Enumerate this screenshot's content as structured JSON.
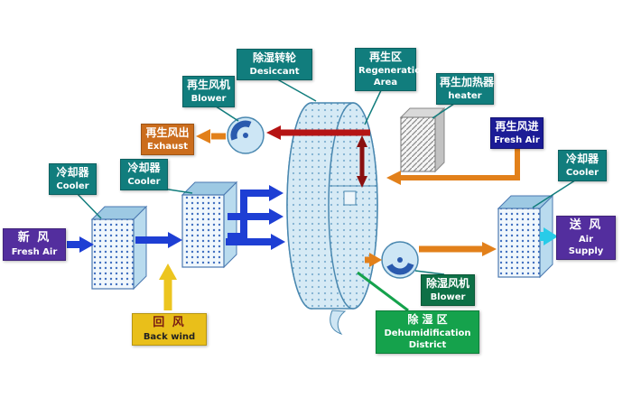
{
  "diagram": {
    "title_hint": "Desiccant wheel dehumidification system diagram",
    "labels": {
      "desiccant": {
        "zh": "除湿转轮",
        "en": "Desiccant"
      },
      "regen_area": {
        "zh": "再生区",
        "en": "Regeneration Area"
      },
      "regen_blower": {
        "zh": "再生风机",
        "en": "Blower"
      },
      "regen_heater": {
        "zh": "再生加热器",
        "en": "heater"
      },
      "exhaust": {
        "zh": "再生风出",
        "en": "Exhaust"
      },
      "regen_fresh_air": {
        "zh": "再生风进",
        "en": "Fresh Air"
      },
      "cooler_left_1": {
        "zh": "冷却器",
        "en": "Cooler"
      },
      "cooler_left_2": {
        "zh": "冷却器",
        "en": "Cooler"
      },
      "cooler_right": {
        "zh": "冷却器",
        "en": "Cooler"
      },
      "fresh_air": {
        "zh": "新  风",
        "en": "Fresh Air"
      },
      "back_wind": {
        "zh": "回  风",
        "en": "Back wind"
      },
      "dehum_blower": {
        "zh": "除湿风机",
        "en": "Blower"
      },
      "dehum_district": {
        "zh": "除 湿 区",
        "en": "Dehumidification District"
      },
      "air_supply": {
        "zh": "送 风",
        "en": "Air Supply"
      }
    },
    "colors": {
      "label_teal": "#117d7d",
      "label_orange": "#cb6d1d",
      "label_navy": "#1c1c96",
      "label_purple": "#532e9e",
      "label_yellow": "#e9bf1a",
      "label_dark_green": "#0d7046",
      "label_green": "#15a24c",
      "arrow_blue": "#1e3fd4",
      "arrow_orange": "#e2801a",
      "arrow_yellow": "#ecc51f",
      "arrow_cyan": "#28cbe8",
      "arrow_red": "#b51414",
      "wheel_fill": "#cfe6f2",
      "wheel_stroke": "#4a88b0"
    }
  }
}
